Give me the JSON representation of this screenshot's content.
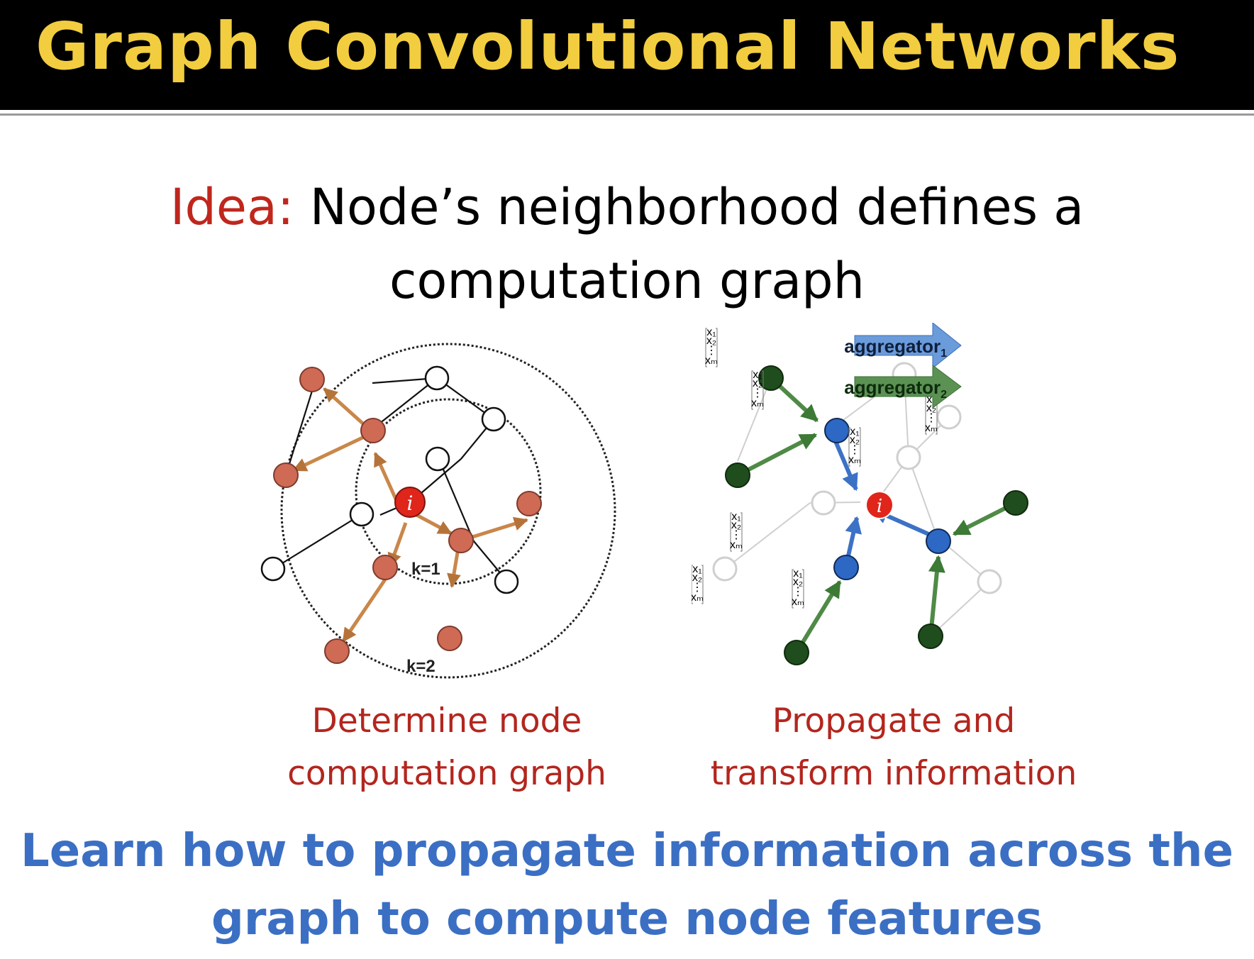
{
  "header": {
    "title": "Graph Convolutional Networks"
  },
  "idea": {
    "label": "Idea:",
    "line1": " Node’s neighborhood defines a",
    "line2": "computation graph"
  },
  "left_figure": {
    "center_node": "i",
    "ring1_label": "k=1",
    "ring2_label": "k=2",
    "caption_line1": "Determine node",
    "caption_line2": "computation graph"
  },
  "right_figure": {
    "center_node": "i",
    "aggregator1": "aggregator",
    "aggregator1_sub": "1",
    "aggregator2": "aggregator",
    "aggregator2_sub": "2",
    "feature_vector": [
      "x1",
      "x2",
      "⋮",
      "xm"
    ],
    "caption_line1": "Propagate and",
    "caption_line2": "transform information"
  },
  "takeaway": {
    "line1": "Learn how to propagate information across the",
    "line2": "graph to compute node features"
  },
  "colors": {
    "header_bg": "#000000",
    "title": "#f2cd3f",
    "idea_label": "#c0261c",
    "caption": "#b3261e",
    "takeaway": "#3b6fc4",
    "orange_node": "#cf6a55",
    "orange_arrow": "#c9874a",
    "blue_node": "#2d68c4",
    "green_node": "#1f4d1d",
    "green_arrow": "#4f8a46",
    "center_node": "#e0251b"
  }
}
